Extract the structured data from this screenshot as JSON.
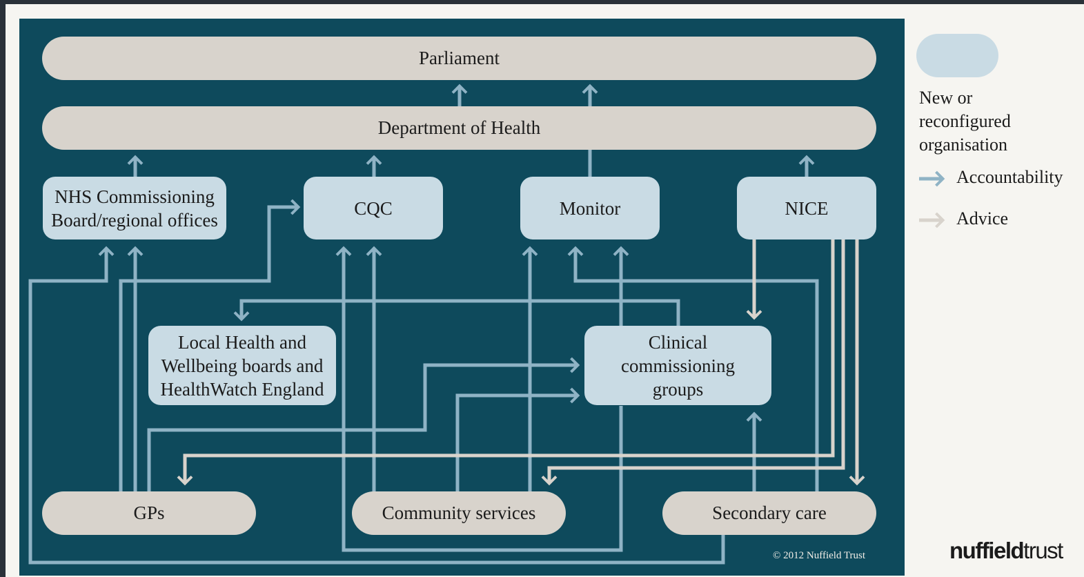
{
  "nodes": {
    "parliament": "Parliament",
    "department_of_health": "Department of Health",
    "nhs_commissioning": "NHS Commissioning Board/regional offices",
    "cqc": "CQC",
    "monitor": "Monitor",
    "nice": "NICE",
    "local_health": "Local Health and Wellbeing boards and HealthWatch England",
    "ccg": "Clinical commissioning groups",
    "gps": "GPs",
    "community_services": "Community services",
    "secondary_care": "Secondary care"
  },
  "legend": {
    "new_org": "New or reconfigured organisation",
    "accountability": "Accountability",
    "advice": "Advice"
  },
  "copyright": "© 2012 Nuffield Trust",
  "logo": {
    "part1": "nuffield",
    "part2": "trust"
  },
  "colors": {
    "panel": "#0e4a5c",
    "accountability": "#8fb3c5",
    "advice": "#d8d3cc",
    "new_org": "#c9dbe4"
  }
}
